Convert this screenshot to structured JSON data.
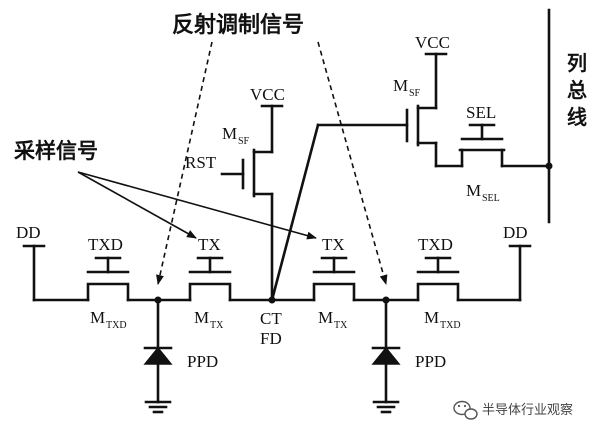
{
  "titles": {
    "feedback_signal": "反射调制信号",
    "sampling_signal": "采样信号",
    "column_bus_1": "列",
    "column_bus_2": "总",
    "column_bus_3": "线"
  },
  "supply": {
    "vcc_left": "VCC",
    "vcc_right": "VCC",
    "dd_left": "DD",
    "dd_right": "DD"
  },
  "gates": {
    "rst": "RST",
    "sel": "SEL",
    "txd_left": "TXD",
    "tx_left": "TX",
    "tx_right": "TX",
    "txd_right": "TXD"
  },
  "transistors": {
    "msf_left": {
      "main": "M",
      "sub": "SF"
    },
    "msf_right": {
      "main": "M",
      "sub": "SF"
    },
    "msel": {
      "main": "M",
      "sub": "SEL"
    },
    "mtxd_left": {
      "main": "M",
      "sub": "TXD"
    },
    "mtx_left": {
      "main": "M",
      "sub": "TX"
    },
    "mtx_right": {
      "main": "M",
      "sub": "TX"
    },
    "mtxd_right": {
      "main": "M",
      "sub": "TXD"
    }
  },
  "nodes": {
    "ct": "CT",
    "fd": "FD"
  },
  "diodes": {
    "ppd_left": "PPD",
    "ppd_right": "PPD"
  },
  "watermark": "半导体行业观察"
}
